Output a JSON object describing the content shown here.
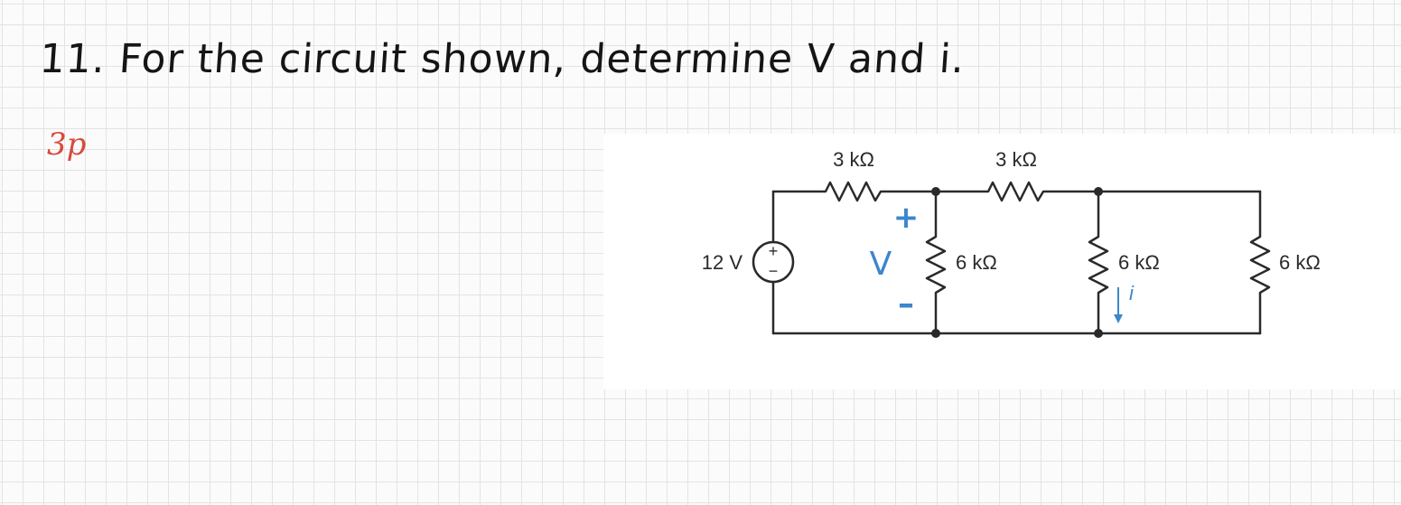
{
  "problem": {
    "text": "11. For the circuit shown, determine V and i.",
    "points": "3p"
  },
  "circuit": {
    "source_label": "12 V",
    "source_plus": "+",
    "source_minus": "−",
    "r_top_left": "3 kΩ",
    "r_top_right": "3 kΩ",
    "r_shunt_1": "6 kΩ",
    "r_shunt_2": "6 kΩ",
    "r_shunt_3": "6 kΩ",
    "current_label": "i"
  },
  "annotations": {
    "voltage_label": "V",
    "plus": "+",
    "minus": "–"
  },
  "colors": {
    "wire": "#2a2a2a",
    "annotation_blue": "#3c86cc",
    "points_red": "#d84a3c"
  }
}
